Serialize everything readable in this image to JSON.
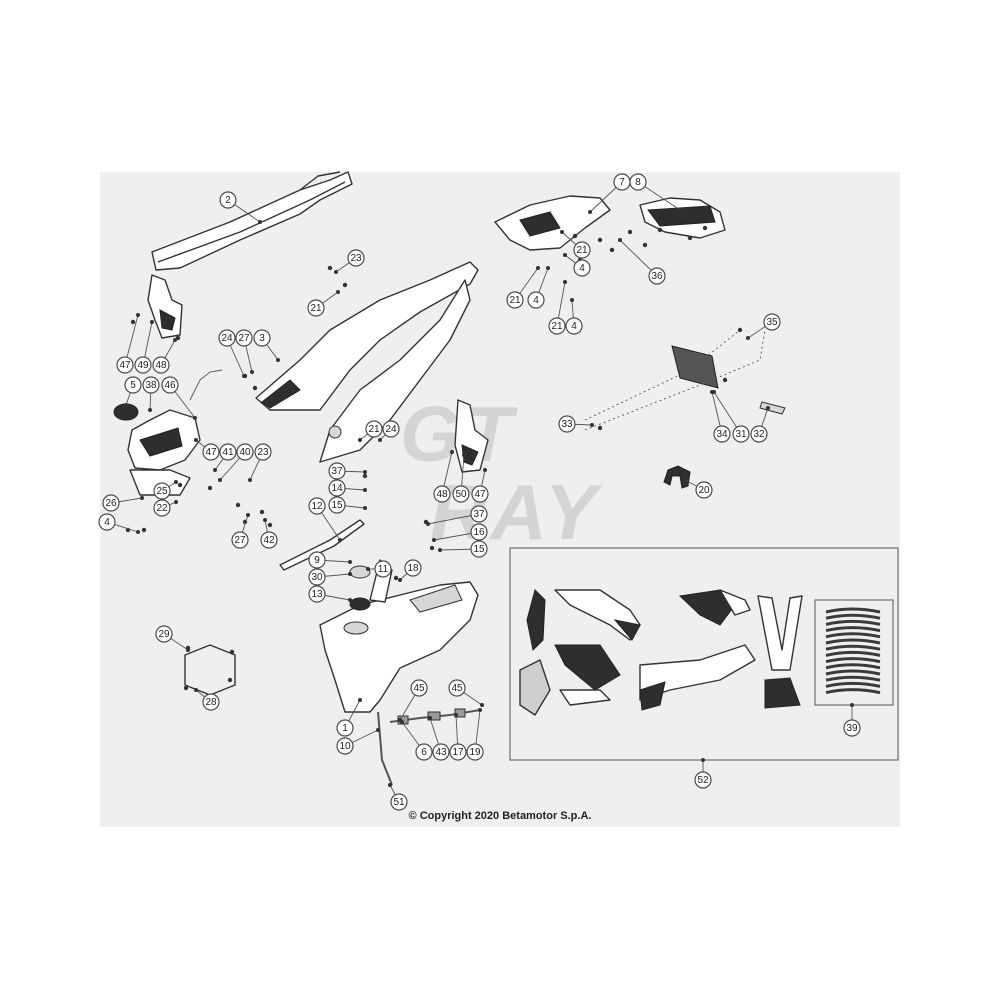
{
  "copyright": "© Copyright 2020 Betamotor S.p.A.",
  "watermark": {
    "line1": "GT",
    "line2": "RAY"
  },
  "callouts": [
    {
      "id": "c2",
      "label": "2"
    },
    {
      "id": "c7",
      "label": "7"
    },
    {
      "id": "c8",
      "label": "8"
    },
    {
      "id": "c23a",
      "label": "23"
    },
    {
      "id": "c21a",
      "label": "21"
    },
    {
      "id": "c21b",
      "label": "21"
    },
    {
      "id": "c4b",
      "label": "4"
    },
    {
      "id": "c21c",
      "label": "21"
    },
    {
      "id": "c4c",
      "label": "4"
    },
    {
      "id": "c36",
      "label": "36"
    },
    {
      "id": "c21d",
      "label": "21"
    },
    {
      "id": "c4d",
      "label": "4"
    },
    {
      "id": "c24a",
      "label": "24"
    },
    {
      "id": "c27a",
      "label": "27"
    },
    {
      "id": "c3",
      "label": "3"
    },
    {
      "id": "c35",
      "label": "35"
    },
    {
      "id": "c47a",
      "label": "47"
    },
    {
      "id": "c49",
      "label": "49"
    },
    {
      "id": "c48a",
      "label": "48"
    },
    {
      "id": "c5",
      "label": "5"
    },
    {
      "id": "c38",
      "label": "38"
    },
    {
      "id": "c46",
      "label": "46"
    },
    {
      "id": "c21e",
      "label": "21"
    },
    {
      "id": "c24b",
      "label": "24"
    },
    {
      "id": "c33",
      "label": "33"
    },
    {
      "id": "c34",
      "label": "34"
    },
    {
      "id": "c31",
      "label": "31"
    },
    {
      "id": "c32",
      "label": "32"
    },
    {
      "id": "c47b",
      "label": "47"
    },
    {
      "id": "c41",
      "label": "41"
    },
    {
      "id": "c40",
      "label": "40"
    },
    {
      "id": "c23b",
      "label": "23"
    },
    {
      "id": "c37a",
      "label": "37"
    },
    {
      "id": "c14",
      "label": "14"
    },
    {
      "id": "c15a",
      "label": "15"
    },
    {
      "id": "c48b",
      "label": "48"
    },
    {
      "id": "c50",
      "label": "50"
    },
    {
      "id": "c47c",
      "label": "47"
    },
    {
      "id": "c20",
      "label": "20"
    },
    {
      "id": "c25",
      "label": "25"
    },
    {
      "id": "c26",
      "label": "26"
    },
    {
      "id": "c22",
      "label": "22"
    },
    {
      "id": "c12",
      "label": "12"
    },
    {
      "id": "c37b",
      "label": "37"
    },
    {
      "id": "c16",
      "label": "16"
    },
    {
      "id": "c4a",
      "label": "4"
    },
    {
      "id": "c27b",
      "label": "27"
    },
    {
      "id": "c42",
      "label": "42"
    },
    {
      "id": "c15b",
      "label": "15"
    },
    {
      "id": "c9",
      "label": "9"
    },
    {
      "id": "c11",
      "label": "11"
    },
    {
      "id": "c30",
      "label": "30"
    },
    {
      "id": "c18",
      "label": "18"
    },
    {
      "id": "c13",
      "label": "13"
    },
    {
      "id": "c29",
      "label": "29"
    },
    {
      "id": "c45a",
      "label": "45"
    },
    {
      "id": "c45b",
      "label": "45"
    },
    {
      "id": "c28",
      "label": "28"
    },
    {
      "id": "c1",
      "label": "1"
    },
    {
      "id": "c39",
      "label": "39"
    },
    {
      "id": "c10",
      "label": "10"
    },
    {
      "id": "c6",
      "label": "6"
    },
    {
      "id": "c43",
      "label": "43"
    },
    {
      "id": "c17",
      "label": "17"
    },
    {
      "id": "c19",
      "label": "19"
    },
    {
      "id": "c52",
      "label": "52"
    },
    {
      "id": "c51",
      "label": "51"
    }
  ]
}
